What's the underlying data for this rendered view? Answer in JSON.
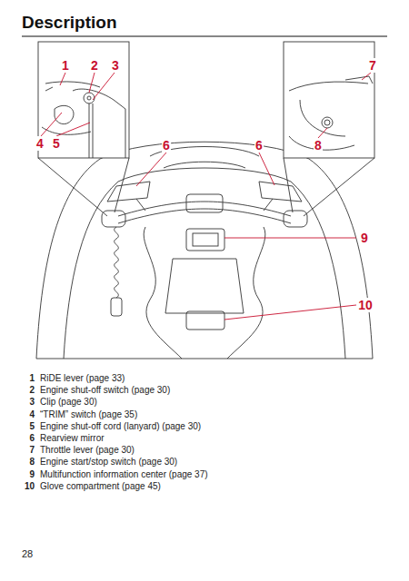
{
  "diagram": {
    "title": "Description",
    "labels": [
      "1",
      "2",
      "3",
      "4",
      "5",
      "6",
      "6",
      "7",
      "8",
      "9",
      "10",
      "1",
      "RiDE lever (page 33)",
      "2",
      "Engine shut-off switch (page 30)",
      "3",
      "Clip (page 30)",
      "4",
      "“TRIM” switch (page 35)",
      "5",
      "Engine shut-off cord (lanyard) (page 30)",
      "6",
      "Rearview mirror",
      "7",
      "Throttle lever (page 30)",
      "8",
      "Engine start/stop switch (page 30)",
      "9",
      "Multifunction information center (page 37)",
      "10",
      "Glove compartment (page 45)",
      "28"
    ]
  }
}
